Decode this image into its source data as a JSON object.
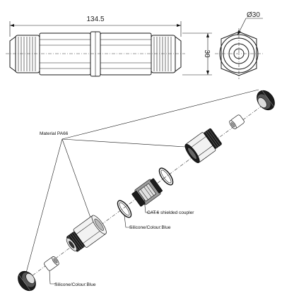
{
  "dimensions": {
    "length": "134.5",
    "height": "30",
    "diameter": "Ø30"
  },
  "callouts": {
    "material": "Material PA66",
    "coupler": "CAT.6 shielded coupler",
    "seal_upper": "Silicone/Colour:Blue",
    "seal_lower": "Silicone/Colour:Blue"
  }
}
